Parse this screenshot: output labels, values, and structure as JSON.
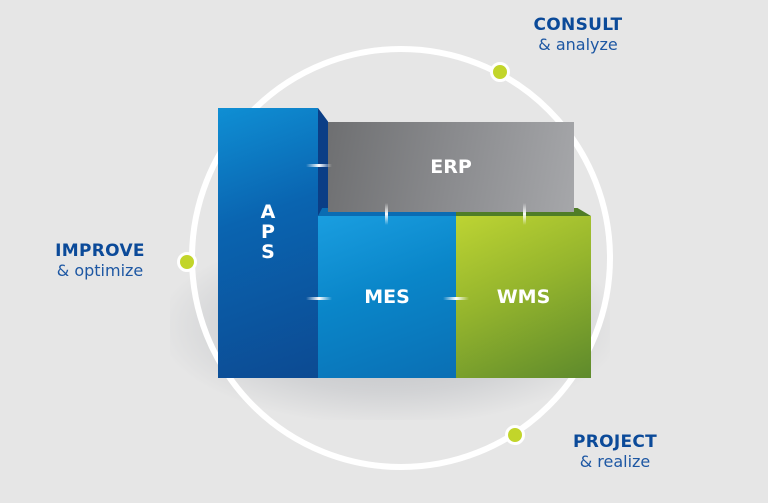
{
  "cycle": {
    "consult": {
      "title": "CONSULT",
      "subtitle": "& analyze"
    },
    "improve": {
      "title": "IMPROVE",
      "subtitle": "& optimize"
    },
    "project": {
      "title": "PROJECT",
      "subtitle": "& realize"
    }
  },
  "modules": {
    "aps": "APS",
    "erp": "ERP",
    "mes": "MES",
    "wms": "WMS"
  },
  "colors": {
    "accent_blue": "#0b4a99",
    "dot_green": "#c2d52a",
    "erp_gray": "#8a8b8e",
    "mes_blue": "#0a86c9",
    "wms_green": "#95b52d",
    "aps_blue": "#0a64b0"
  }
}
